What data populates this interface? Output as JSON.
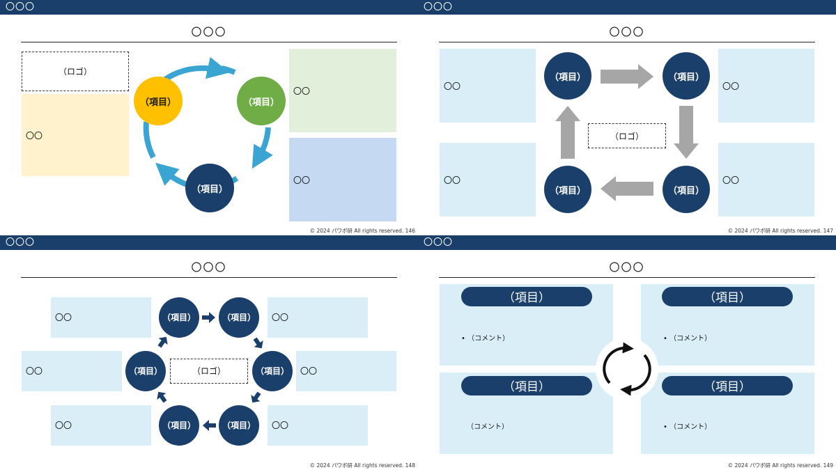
{
  "slides": [
    {
      "header": "〇〇〇",
      "title": "〇〇〇",
      "footer": "© 2024 パワポ研 All rights reserved. 146",
      "logo": "（ロゴ）",
      "items": [
        "（項目）",
        "（項目）",
        "（項目）"
      ],
      "boxes": [
        "〇〇",
        "〇〇",
        "〇〇"
      ]
    },
    {
      "header": "〇〇〇",
      "title": "〇〇〇",
      "footer": "© 2024 パワポ研 All rights reserved. 147",
      "logo": "（ロゴ）",
      "items": [
        "（項目）",
        "（項目）",
        "（項目）",
        "（項目）"
      ],
      "boxes": [
        "〇〇",
        "〇〇",
        "〇〇",
        "〇〇"
      ]
    },
    {
      "header": "〇〇〇",
      "title": "〇〇〇",
      "footer": "© 2024 パワポ研 All rights reserved. 148",
      "logo": "（ロゴ）",
      "items": [
        "（項目）",
        "（項目）",
        "（項目）",
        "（項目）",
        "（項目）",
        "（項目）"
      ],
      "boxes": [
        "〇〇",
        "〇〇",
        "〇〇",
        "〇〇",
        "〇〇",
        "〇〇"
      ]
    },
    {
      "header": "〇〇〇",
      "title": "〇〇〇",
      "footer": "© 2024 パワポ研 All rights reserved. 149",
      "items": [
        "（項目）",
        "（項目）",
        "（項目）",
        "（項目）"
      ],
      "comments": [
        "•  （コメント）",
        "•  （コメント）",
        "（コメント）",
        "•  （コメント）"
      ]
    }
  ],
  "colors": {
    "navy": "#1b3f6b",
    "orange": "#ffc000",
    "green": "#70ad47",
    "cycle_arrow": "#3aa5d3",
    "light_blue": "#daeef8",
    "light_yellow": "#fff2cc",
    "light_green": "#e2efda",
    "medium_blue": "#c5daf2",
    "gray_arrow": "#a6a6a6"
  }
}
